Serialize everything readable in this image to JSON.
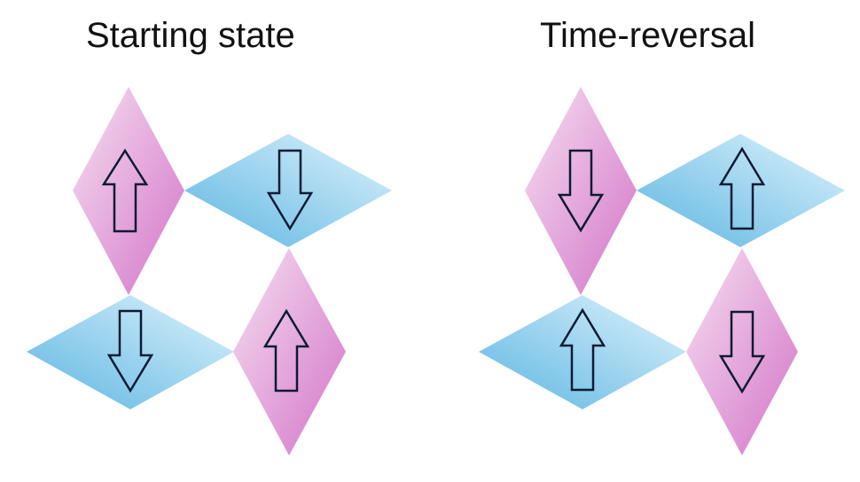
{
  "panels": [
    {
      "title": "Starting state",
      "tiles": [
        {
          "kind": "magenta-vertical",
          "arrow": "up"
        },
        {
          "kind": "cyan-horizontal",
          "arrow": "down"
        },
        {
          "kind": "cyan-horizontal",
          "arrow": "down"
        },
        {
          "kind": "magenta-vertical",
          "arrow": "up"
        }
      ]
    },
    {
      "title": "Time-reversal",
      "tiles": [
        {
          "kind": "magenta-vertical",
          "arrow": "down"
        },
        {
          "kind": "cyan-horizontal",
          "arrow": "up"
        },
        {
          "kind": "cyan-horizontal",
          "arrow": "up"
        },
        {
          "kind": "magenta-vertical",
          "arrow": "down"
        }
      ]
    }
  ],
  "colors": {
    "magenta_light": "#f4d6ee",
    "magenta_dark": "#d47ccb",
    "cyan_light": "#d7f0fb",
    "cyan_dark": "#5fb8e3",
    "arrow_stroke": "#0d1b33"
  }
}
